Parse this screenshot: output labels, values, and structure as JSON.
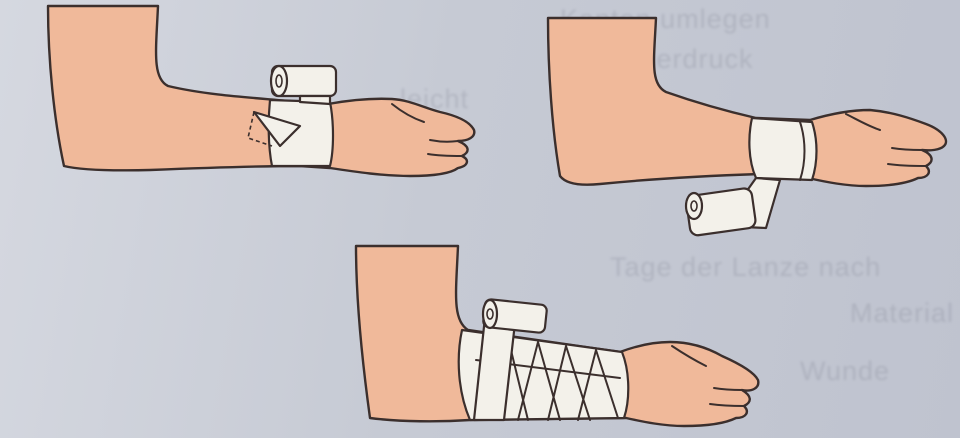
{
  "figure": {
    "background_text": [
      "Kanten umlegen",
      "Fingerdruck",
      "leicht",
      "Tage der Lanze nach",
      "Material Stoff",
      "Wunde"
    ],
    "panels": [
      {
        "id": "step-1"
      },
      {
        "id": "step-2"
      },
      {
        "id": "step-3"
      }
    ],
    "colors": {
      "skin": "#f0b99a",
      "bandage": "#f3f1ea",
      "outline": "#3b2f2d",
      "paper": "#c9cdd6"
    }
  }
}
